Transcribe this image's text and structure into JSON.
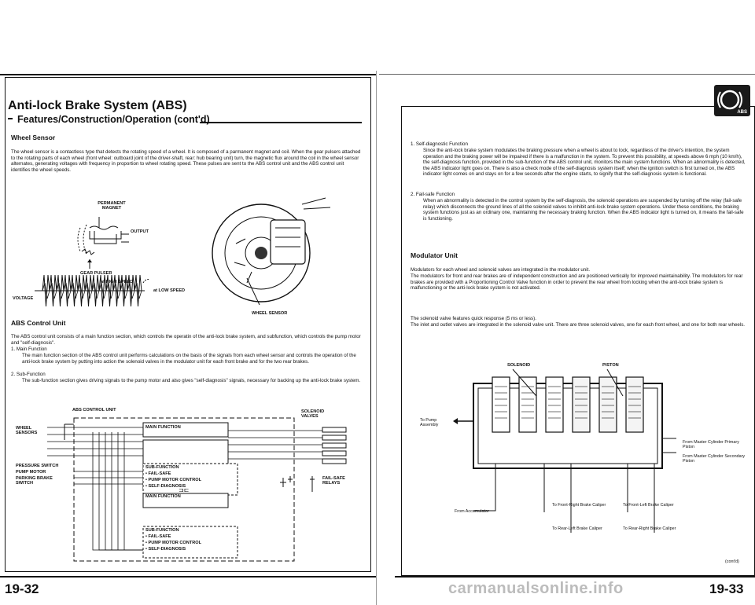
{
  "left_page": {
    "title": "Anti-lock Brake System (ABS)",
    "section": "Features/Construction/Operation (cont'd)",
    "wheel_sensor": {
      "heading": "Wheel Sensor",
      "body": "The wheel sensor is a contactless type that detects the rotating speed of a wheel. It is composed of a parmanent magnet and coil. When the gear pulsers attached to the rotating parts of each wheel (front wheel: outboard joint of the driver-shaft, rear: hub bearing unit) turn, the magnetic flux around the coil in the wheel sensor alternates, generating voltages with frequency in proportion to wheel rotating speed. These pulses are sent to the ABS control unit and the ABS control unit identifies the wheel speeds.",
      "labels": {
        "permanent_magnet": "PERMANENT MAGNET",
        "output": "OUTPUT",
        "gear_pulser": "GEAR PULSER",
        "high_speed": "at HIGH SPEED",
        "low_speed": "at LOW SPEED",
        "voltage": "VOLTAGE",
        "wheel_sensor": "WHEEL SENSOR"
      }
    },
    "control_unit": {
      "heading": "ABS Control Unit",
      "intro": "The ABS control unit consists of a main function section, which controls the operatin of the anti-lock brake system, and subfunction, which controls the pump motor and \"self-diagnosis\".",
      "item1_title": "1.   Main Function",
      "item1_body": "The main function section of the ABS control unit performs calculations on the basis of the signals from each wheel sensor and controls the operation of the anti-lock brake system by putting into action the solenoid valves in the modulator unit for each front brake and for the two rear brakes.",
      "item2_title": "2.   Sub-Function",
      "item2_body": "The sub-function section gives driving signals to the pump motor and also gives \"self-diagnosis\" signals, necessary for backing up the anti-lock brake system."
    },
    "diagram": {
      "abs_control_unit": "ABS CONTROL UNIT",
      "solenoid_valves": "SOLENOID VALVES",
      "wheel_sensors": "WHEEL SENSORS",
      "main_function": "MAIN FUNCTION",
      "sub_function": "SUB-FUNCTION",
      "fail_safe": "• FAIL-SAFE",
      "pump_motor_control": "• PUMP MOTOR CONTROL",
      "self_diagnosis": "• SELF-DIAGNOSIS",
      "pressure_switch": "PRESSURE SWITCH",
      "pump_motor": "PUMP MOTOR",
      "parking_brake_switch": "PARKING BRAKE SWITCH",
      "fail_safe_relays": "FAIL-SAFE RELAYS"
    },
    "page_number": "19-32"
  },
  "right_page": {
    "item1_title": "1.   Self-diagnostic Function",
    "item1_body": "Since the anti-lock brake system modulates the braking pressure when a wheel is about to lock, regardless of the driver's intention, the system operation and the braking power will be impaired if there is a malfunction in the system. To prevent this possibility, at speeds above 6 mph (10 km/h), the self-diagnosis function, provided in the sub-function of the ABS control unit, monitors the main system functions. When an abnormality is detected, the ABS indicator light goes on. There is also a check mode of the self-diagnosis system itself; when the ignition switch is first turned on, the ABS indicator light comes on and stays on for a few seconds after the engine starts, to signify that the self-diagnosis system is functional.",
    "item2_title": "2.   Fail-safe Function",
    "item2_body": "When an abnormality is detected in the control system by the self-diagnosis, the solenoid operations are suspended by turning off the relay (fail-safe relay) which disconnects the ground lines of all the solenoid valves to inhibit anti-lock brake system operations. Under these conditions, the braking system functions just as an ordinary one, maintaining the necessary braking function. When the ABS indicator light is turned on, it means the fail-safe is functioning.",
    "modulator_heading": "Modulator Unit",
    "modulator_p1": "Modulators for each wheel and solenoid valves are integrated in the modulator unit.",
    "modulator_p2": "The modulators for front and rear brakes are of independent construction and are positioned vertically for improved maintainability. The modulators for rear brakes are provided with a Proportioning Control Valve function in order to prevent the rear wheel from locking when the anti-lock brake system is malfunctioning or the anti-lock brake system is not activated.",
    "modulator_p3": "The solenoid valve features quick response (5 ms or less).",
    "modulator_p4": "The inlet and outlet valves are integrated in the solenoid valve unit. There are three solenoid valves, one for each front wheel, and one for both rear wheels.",
    "diagram": {
      "solenoid": "SOLENOID",
      "piston": "PISTON",
      "to_pump_assembly": "To Pump Assembly",
      "from_master_primary": "From Master Cylinder Primary Piston",
      "from_master_secondary": "From Master Cylinder Secondary Piston",
      "from_accumulator": "From Accumulator",
      "to_front_right": "To Front-Right Brake Caliper",
      "to_front_left": "To Front-Left Brake Caliper",
      "to_rear_left": "To Rear-Left Brake Caliper",
      "to_rear_right": "To Rear-Right Brake Caliper"
    },
    "abs_badge": "ABS",
    "contd": "(cont'd)",
    "page_number": "19-33"
  },
  "watermark": "carmanualsonline.info"
}
